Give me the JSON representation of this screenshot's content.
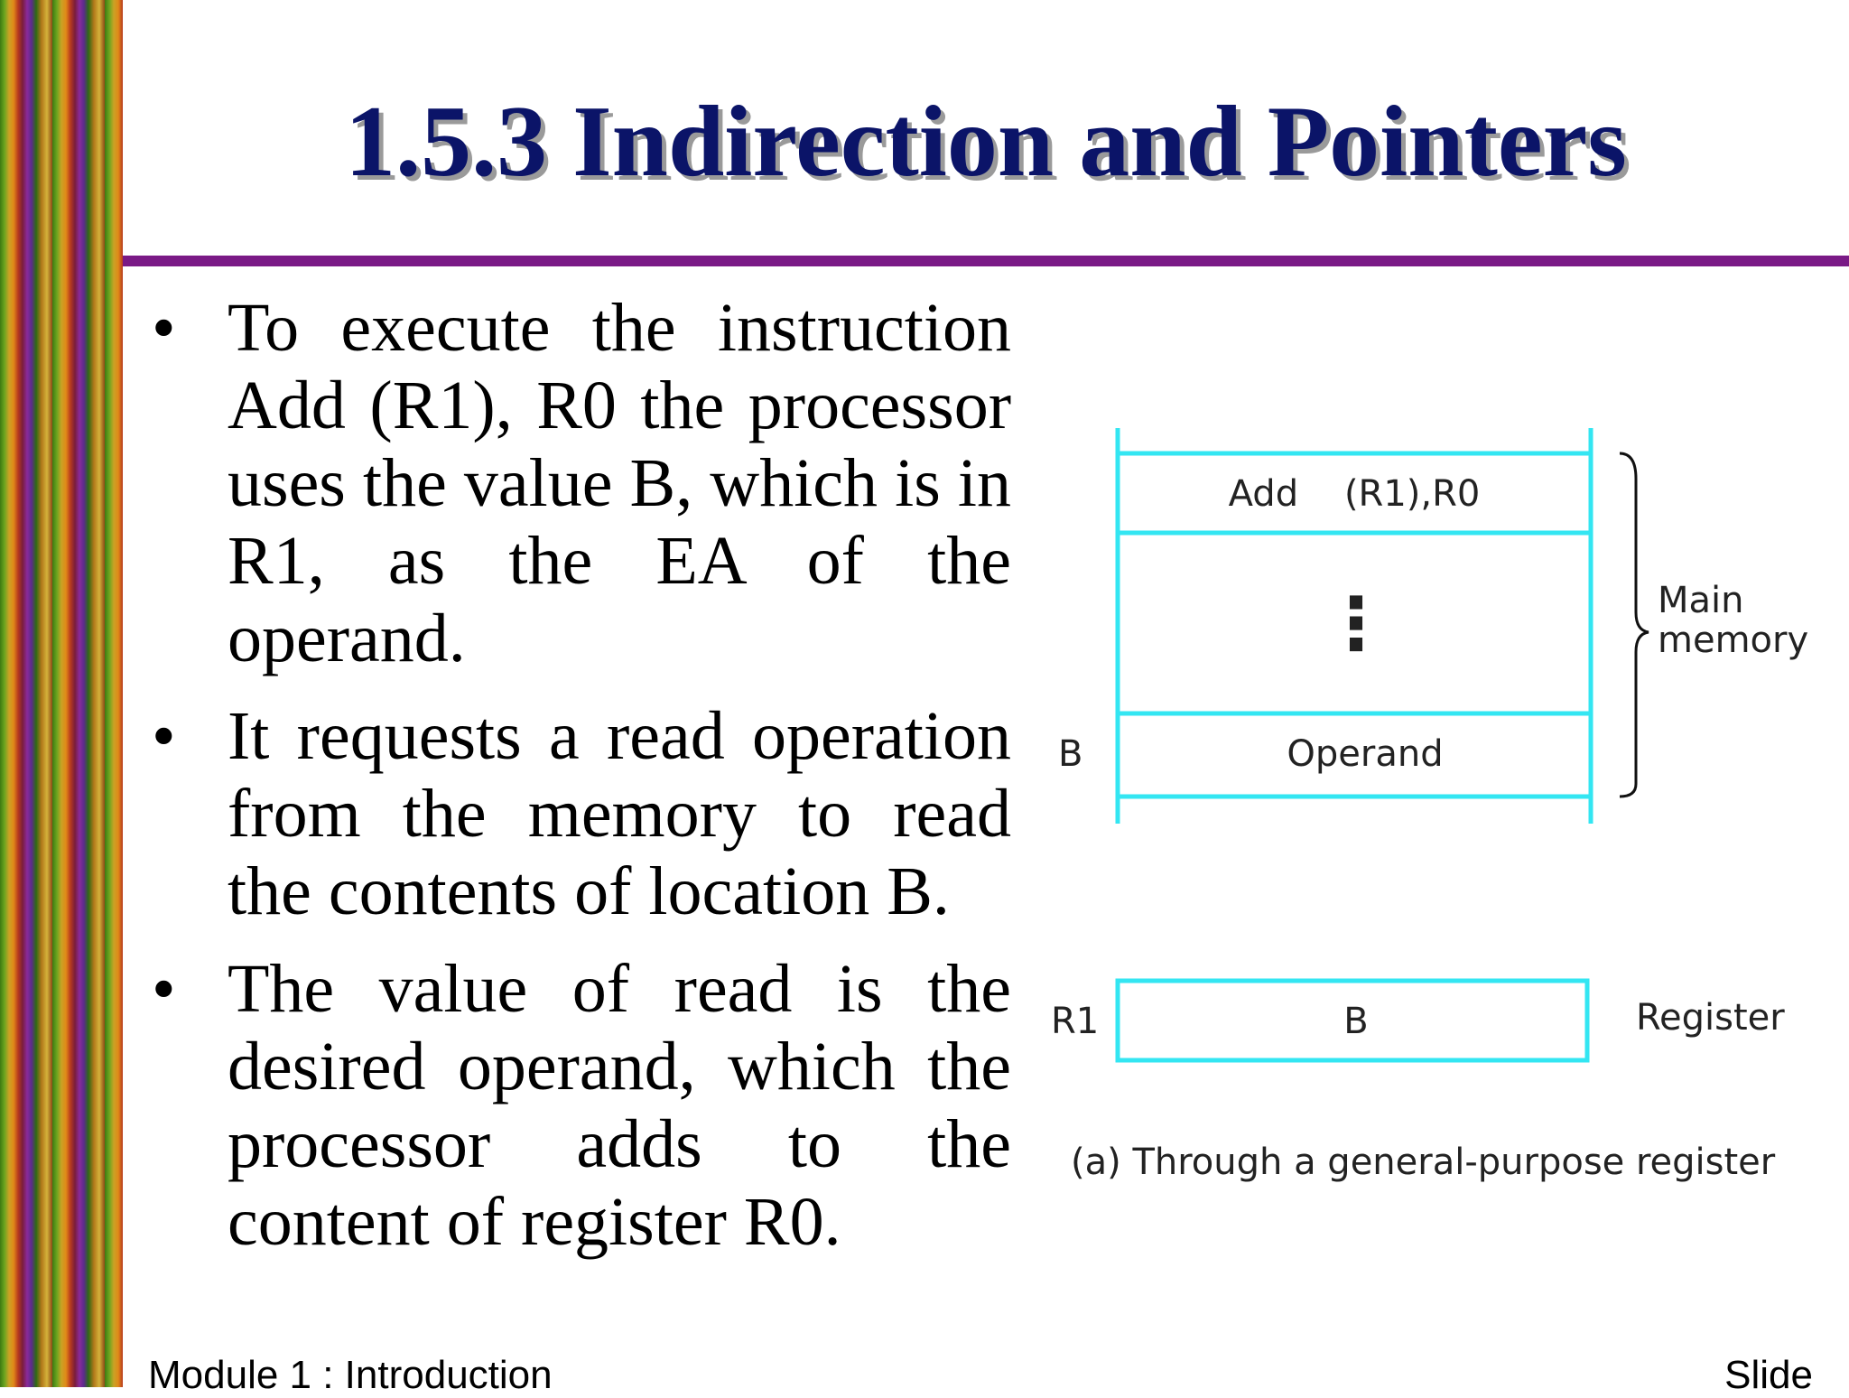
{
  "slide": {
    "title": "1.5.3 Indirection and Pointers",
    "bullets": [
      "To execute the instruction Add (R1), R0 the processor uses the value B, which is in R1, as the EA of the operand.",
      "It requests a read operation from the memory to read the contents of location B.",
      "The value of read is the desired operand, which the processor adds to the content of register R0."
    ],
    "bullet_symbol": "•",
    "footer_left": "Module 1 : Introduction",
    "footer_right": "Slide"
  },
  "diagram": {
    "memory_instruction": "Add    (R1),R0",
    "memory_ellipsis": "⋮",
    "operand_label": "Operand",
    "address_label": "B",
    "memory_label_line1": "Main",
    "memory_label_line2": "memory",
    "register_name": "R1",
    "register_value": "B",
    "register_label": "Register",
    "caption": "(a) Through a general-purpose register",
    "line_color": "#33e6f2"
  }
}
